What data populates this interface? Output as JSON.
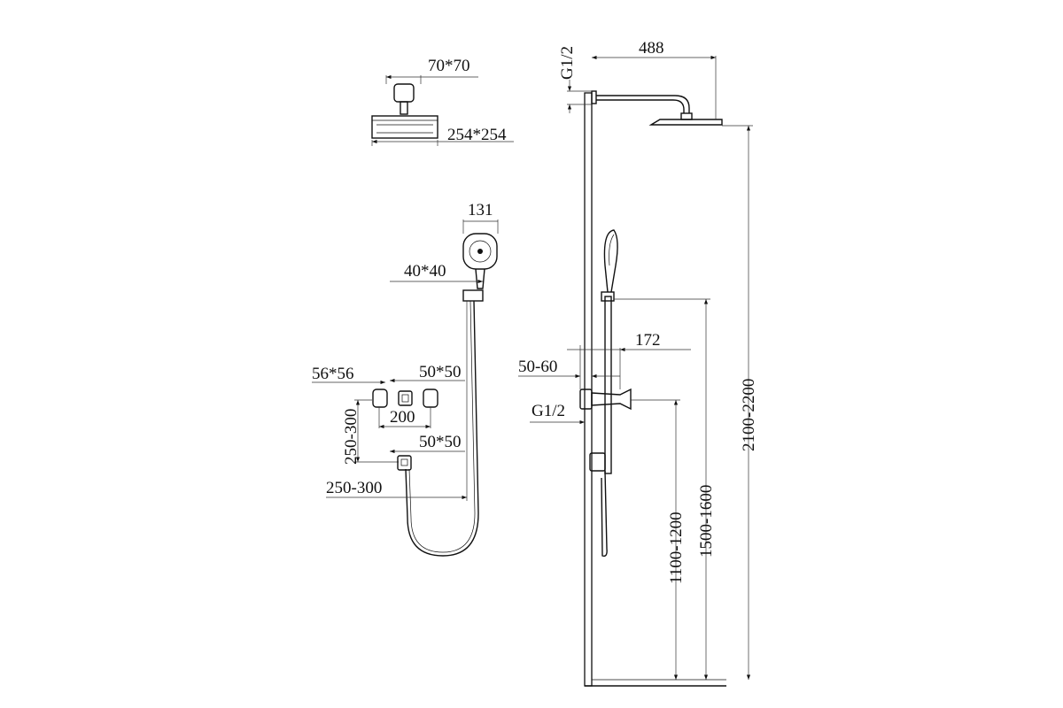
{
  "drawing": {
    "overhead_shower": {
      "flange_size": "70*70",
      "head_size": "254*254"
    },
    "hand_shower": {
      "head_width": "131",
      "holder_size": "40*40"
    },
    "valves": {
      "knob_size": "56*56",
      "center_size": "50*50",
      "spacing": "200",
      "height_offset": "250-300"
    },
    "wall_outlet": {
      "size": "50*50",
      "offset": "250-300"
    },
    "side_view": {
      "arm_length": "488",
      "top_thread": "G1/2",
      "holder_projection": "172",
      "wall_gap": "50-60",
      "inlet_thread": "G1/2",
      "head_height": "2100-2200",
      "holder_height": "1500-1600",
      "mixer_height": "1100-1200"
    }
  }
}
